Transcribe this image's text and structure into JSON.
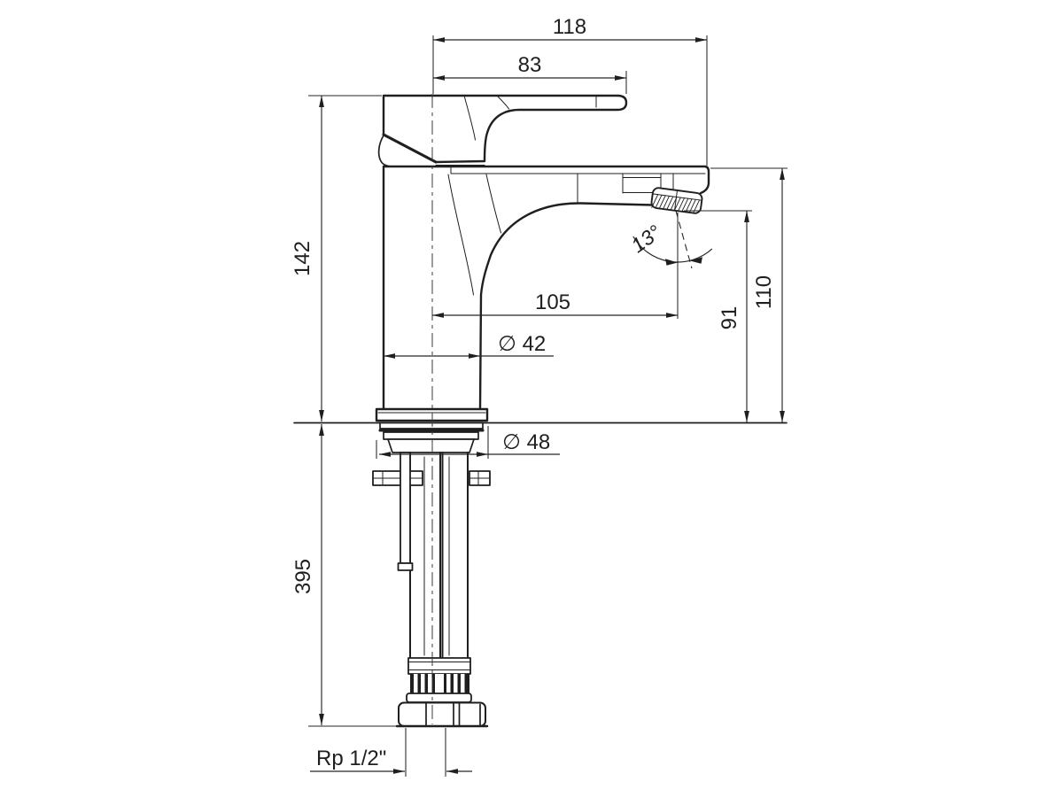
{
  "drawing": {
    "type": "basin-mixer-tap-dimension-drawing",
    "colors": {
      "line": "#1f1f1f",
      "background": "#ffffff"
    },
    "dims": {
      "overall_width": {
        "label": "118"
      },
      "handle_length": {
        "label": "83"
      },
      "height_above_deck": {
        "label": "142"
      },
      "spout_reach": {
        "label": "105"
      },
      "body_diameter": {
        "label": "∅ 42"
      },
      "base_diameter": {
        "label": "∅ 48"
      },
      "outlet_height": {
        "label": "91"
      },
      "body_top_height": {
        "label": "110"
      },
      "flow_angle": {
        "label": "13°"
      },
      "below_deck_length": {
        "label": "395"
      },
      "connection_thread": {
        "label": "Rp 1/2\""
      }
    }
  }
}
